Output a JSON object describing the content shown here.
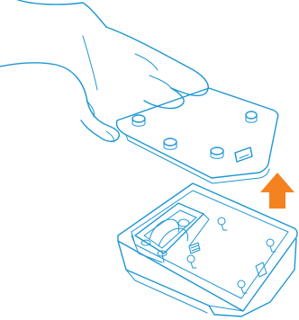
{
  "illustration": {
    "colors": {
      "line": "#1e96d2",
      "arrow": "#f58220",
      "background": "#ffffff"
    },
    "parts": [
      "hand",
      "back-cover-plate",
      "device-base",
      "lift-arrow"
    ],
    "arrow_direction": "up"
  }
}
